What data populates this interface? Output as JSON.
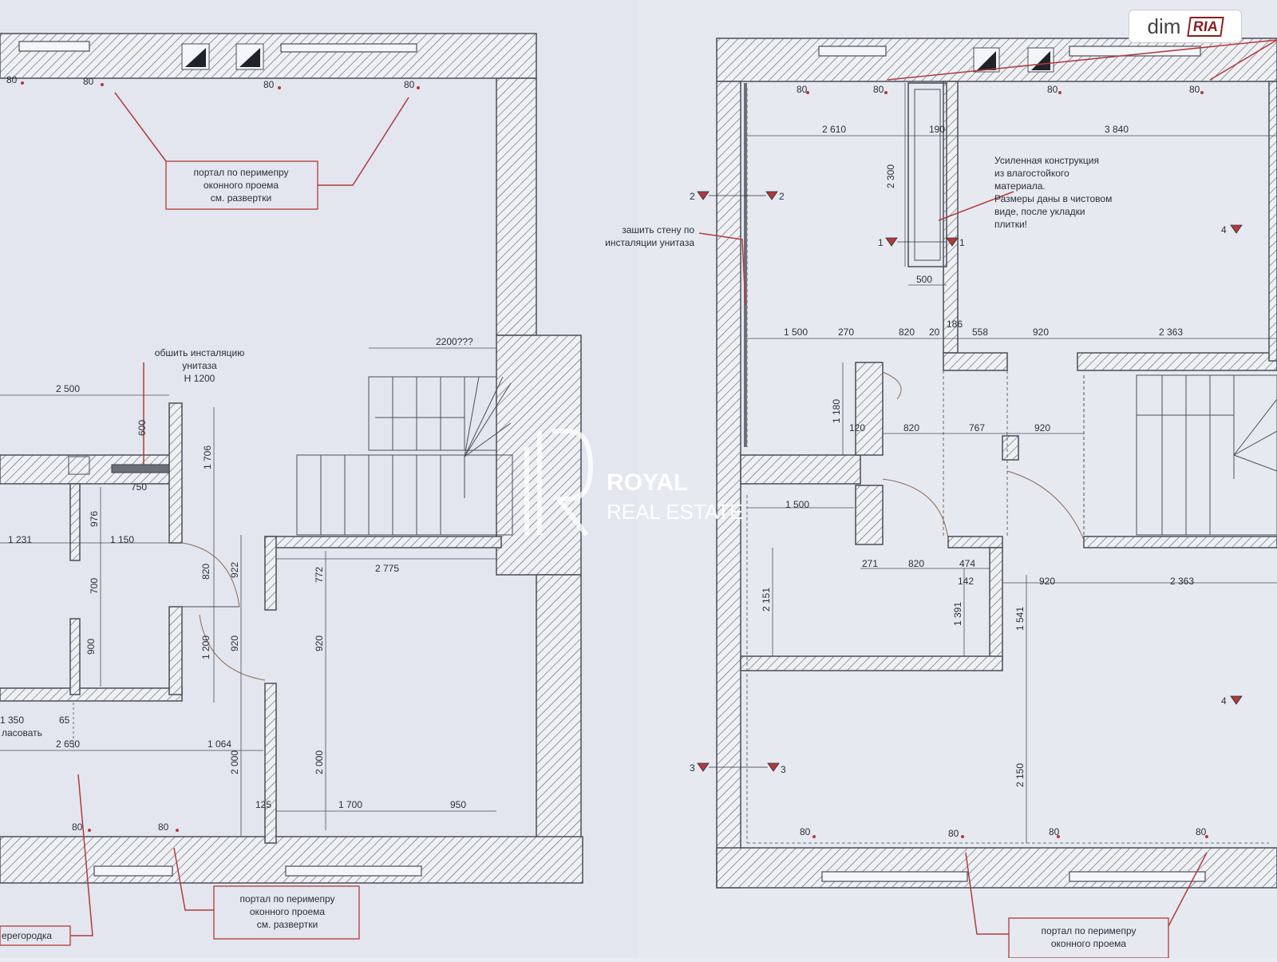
{
  "badge": {
    "text1": "dim",
    "text2": "RIA"
  },
  "watermark": {
    "line1": "ROYAL",
    "line2": "REAL ESTATE"
  },
  "dimensions": [
    {
      "id": "d-80-a",
      "text": "80"
    },
    {
      "id": "d-80-b",
      "text": "80"
    },
    {
      "id": "d-80-c",
      "text": "80"
    },
    {
      "id": "d-80-d",
      "text": "80"
    },
    {
      "id": "d-2200",
      "text": "2200???"
    },
    {
      "id": "d-2500",
      "text": "2 500"
    },
    {
      "id": "d-600",
      "text": "600"
    },
    {
      "id": "d-1706",
      "text": "1 706"
    },
    {
      "id": "d-750",
      "text": "750"
    },
    {
      "id": "d-976",
      "text": "976"
    },
    {
      "id": "d-1231",
      "text": "1 231"
    },
    {
      "id": "d-1150",
      "text": "1 150"
    },
    {
      "id": "d-820-l",
      "text": "820"
    },
    {
      "id": "d-922",
      "text": "922"
    },
    {
      "id": "d-700",
      "text": "700"
    },
    {
      "id": "d-2775",
      "text": "2 775"
    },
    {
      "id": "d-772",
      "text": "772"
    },
    {
      "id": "d-1200",
      "text": "1 200"
    },
    {
      "id": "d-920-l1",
      "text": "920"
    },
    {
      "id": "d-920-l2",
      "text": "920"
    },
    {
      "id": "d-900",
      "text": "900"
    },
    {
      "id": "d-1350",
      "text": "1 350"
    },
    {
      "id": "d-65",
      "text": "65"
    },
    {
      "id": "d-2650",
      "text": "2 650"
    },
    {
      "id": "d-1064",
      "text": "1 064"
    },
    {
      "id": "d-2000-a",
      "text": "2 000"
    },
    {
      "id": "d-2000-b",
      "text": "2 000"
    },
    {
      "id": "d-125",
      "text": "125"
    },
    {
      "id": "d-1700",
      "text": "1 700"
    },
    {
      "id": "d-950",
      "text": "950"
    },
    {
      "id": "d-80-e",
      "text": "80"
    },
    {
      "id": "d-80-f",
      "text": "80"
    },
    {
      "id": "r-80-a",
      "text": "80"
    },
    {
      "id": "r-80-b",
      "text": "80"
    },
    {
      "id": "r-80-c",
      "text": "80"
    },
    {
      "id": "r-80-d",
      "text": "80"
    },
    {
      "id": "r-2610",
      "text": "2 610"
    },
    {
      "id": "r-190",
      "text": "190"
    },
    {
      "id": "r-3840",
      "text": "3 840"
    },
    {
      "id": "r-2300",
      "text": "2 300"
    },
    {
      "id": "r-500",
      "text": "500"
    },
    {
      "id": "r-1500-a",
      "text": "1 500"
    },
    {
      "id": "r-270",
      "text": "270"
    },
    {
      "id": "r-820-a",
      "text": "820"
    },
    {
      "id": "r-20",
      "text": "20"
    },
    {
      "id": "r-186",
      "text": "186"
    },
    {
      "id": "r-558",
      "text": "558"
    },
    {
      "id": "r-920-a",
      "text": "920"
    },
    {
      "id": "r-2363-a",
      "text": "2 363"
    },
    {
      "id": "r-1180",
      "text": "1 180"
    },
    {
      "id": "r-120",
      "text": "120"
    },
    {
      "id": "r-820-b",
      "text": "820"
    },
    {
      "id": "r-767",
      "text": "767"
    },
    {
      "id": "r-920-b",
      "text": "920"
    },
    {
      "id": "r-1500-b",
      "text": "1 500"
    },
    {
      "id": "r-2151",
      "text": "2 151"
    },
    {
      "id": "r-271",
      "text": "271"
    },
    {
      "id": "r-820-c",
      "text": "820"
    },
    {
      "id": "r-474",
      "text": "474"
    },
    {
      "id": "r-142",
      "text": "142"
    },
    {
      "id": "r-920-c",
      "text": "920"
    },
    {
      "id": "r-2363-b",
      "text": "2 363"
    },
    {
      "id": "r-1391",
      "text": "1 391"
    },
    {
      "id": "r-1541",
      "text": "1 541"
    },
    {
      "id": "r-2150",
      "text": "2 150"
    },
    {
      "id": "r-80-e",
      "text": "80"
    },
    {
      "id": "r-80-f",
      "text": "80"
    },
    {
      "id": "r-80-g",
      "text": "80"
    },
    {
      "id": "r-80-h",
      "text": "80"
    }
  ],
  "notes": {
    "portal_top": [
      "портал по перимепру",
      "оконного проема",
      "см. развертки"
    ],
    "portal_bottom_left": [
      "портал по перимепру",
      "оконного проема",
      "см. развертки"
    ],
    "portal_bottom_right": [
      "портал по перимепру",
      "оконного проема"
    ],
    "install_cover": [
      "обшить инсталяцию",
      "унитаза",
      "H 1200"
    ],
    "wall_cover": [
      "зашить стену по",
      "инсталяции унитаза"
    ],
    "reinforced": [
      "Усиленная конструкция",
      "из влагостойкого",
      "материала.",
      "Размеры даны в чистовом",
      "виде, после укладки",
      "плитки!"
    ],
    "partition": "ерегородка",
    "agree": "ласовать"
  },
  "section_marks": [
    {
      "id": "s2l",
      "text": "2"
    },
    {
      "id": "s2r",
      "text": "2"
    },
    {
      "id": "s1l",
      "text": "1"
    },
    {
      "id": "s1r",
      "text": "1"
    },
    {
      "id": "s3l",
      "text": "3"
    },
    {
      "id": "s3r",
      "text": "3"
    },
    {
      "id": "s4a",
      "text": "4"
    },
    {
      "id": "s4b",
      "text": "4"
    }
  ]
}
